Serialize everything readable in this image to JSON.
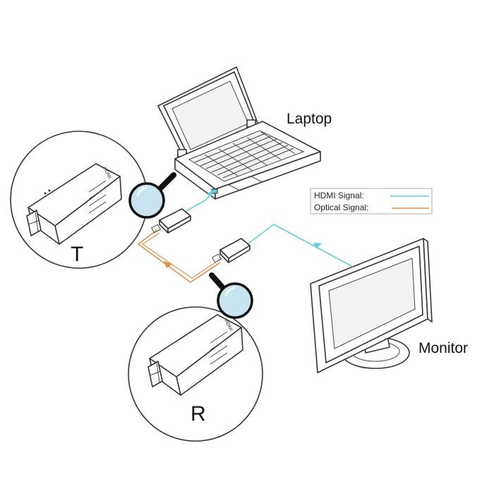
{
  "labels": {
    "laptop": "Laptop",
    "monitor": "Monitor",
    "transmitter": "T",
    "receiver": "R"
  },
  "legend": {
    "hdmi": "HDMI Signal:",
    "optical": "Optical Signal:"
  },
  "colors": {
    "hdmi": "#5fd0dd",
    "optical": "#e0904a",
    "lens": "#c8e4ef"
  },
  "icons": [
    "laptop-icon",
    "monitor-icon",
    "magnifier-icon",
    "hdmi-extender-icon"
  ]
}
